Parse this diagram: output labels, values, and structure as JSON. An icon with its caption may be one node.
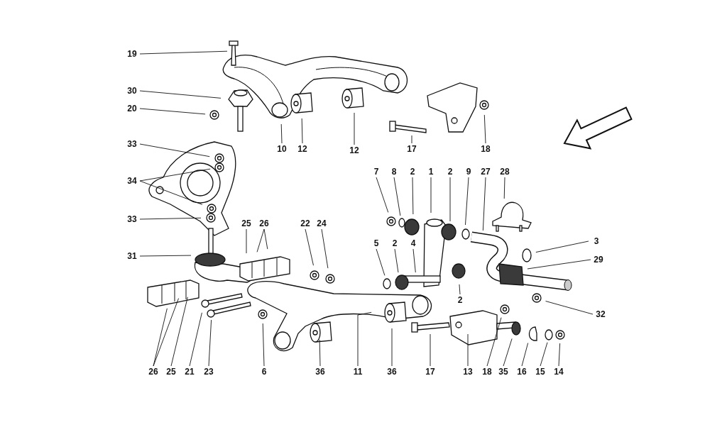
{
  "diagram": {
    "nodes": [
      {
        "text": [
          "19"
        ]
      },
      {
        "text": [
          "30"
        ]
      },
      {
        "text": [
          "20"
        ]
      },
      {
        "text": [
          "33"
        ]
      },
      {
        "text": [
          "34"
        ]
      },
      {
        "text": [
          "33"
        ]
      },
      {
        "text": [
          "31"
        ]
      },
      {
        "text": [
          "10"
        ]
      },
      {
        "text": [
          "12"
        ]
      },
      {
        "text": [
          "12"
        ]
      },
      {
        "text": [
          "17"
        ]
      },
      {
        "text": [
          "18"
        ]
      },
      {
        "text": [
          "7"
        ]
      },
      {
        "text": [
          "8"
        ]
      },
      {
        "text": [
          "2"
        ]
      },
      {
        "text": [
          "1"
        ]
      },
      {
        "text": [
          "2"
        ]
      },
      {
        "text": [
          "9"
        ]
      },
      {
        "text": [
          "27"
        ]
      },
      {
        "text": [
          "28"
        ]
      },
      {
        "text": [
          "25"
        ]
      },
      {
        "text": [
          "26"
        ]
      },
      {
        "text": [
          "22"
        ]
      },
      {
        "text": [
          "24"
        ]
      },
      {
        "text": [
          "3"
        ]
      },
      {
        "text": [
          "5"
        ]
      },
      {
        "text": [
          "2"
        ]
      },
      {
        "text": [
          "4"
        ]
      },
      {
        "text": [
          "29"
        ]
      },
      {
        "text": [
          "2"
        ]
      },
      {
        "text": [
          "32"
        ]
      },
      {
        "text": [
          "26"
        ]
      },
      {
        "text": [
          "25"
        ]
      },
      {
        "text": [
          "21"
        ]
      },
      {
        "text": [
          "23"
        ]
      },
      {
        "text": [
          "6"
        ]
      },
      {
        "text": [
          "36"
        ]
      },
      {
        "text": [
          "11"
        ]
      },
      {
        "text": [
          "36"
        ]
      },
      {
        "text": [
          "17"
        ]
      },
      {
        "text": [
          "13"
        ]
      },
      {
        "text": [
          "18"
        ]
      },
      {
        "text": [
          "35"
        ]
      },
      {
        "text": [
          "16"
        ]
      },
      {
        "text": [
          "15"
        ]
      },
      {
        "text": [
          "14"
        ]
      }
    ],
    "edges": [
      {
        "from": 0,
        "to": null,
        "arrow": "none"
      },
      {
        "from": 1,
        "to": null,
        "arrow": "none"
      },
      {
        "from": 2,
        "to": null,
        "arrow": "none"
      },
      {
        "from": 3,
        "to": null,
        "arrow": "none"
      },
      {
        "from": 4,
        "to": null,
        "arrow": "none"
      },
      {
        "from": 4,
        "to": null,
        "arrow": "none"
      },
      {
        "from": 5,
        "to": null,
        "arrow": "none"
      },
      {
        "from": 6,
        "to": null,
        "arrow": "none"
      },
      {
        "from": 7,
        "to": null,
        "arrow": "none"
      },
      {
        "from": 8,
        "to": null,
        "arrow": "none"
      },
      {
        "from": 9,
        "to": null,
        "arrow": "none"
      },
      {
        "from": 10,
        "to": null,
        "arrow": "none"
      },
      {
        "from": 11,
        "to": null,
        "arrow": "none"
      },
      {
        "from": 12,
        "to": null,
        "arrow": "none"
      },
      {
        "from": 13,
        "to": null,
        "arrow": "none"
      },
      {
        "from": 14,
        "to": null,
        "arrow": "none"
      },
      {
        "from": 15,
        "to": null,
        "arrow": "none"
      },
      {
        "from": 16,
        "to": null,
        "arrow": "none"
      },
      {
        "from": 17,
        "to": null,
        "arrow": "none"
      },
      {
        "from": 18,
        "to": null,
        "arrow": "none"
      },
      {
        "from": 19,
        "to": null,
        "arrow": "none"
      },
      {
        "from": 20,
        "to": null,
        "arrow": "none"
      },
      {
        "from": 21,
        "to": null,
        "arrow": "none"
      },
      {
        "from": 21,
        "to": null,
        "arrow": "none"
      },
      {
        "from": 22,
        "to": null,
        "arrow": "none"
      },
      {
        "from": 23,
        "to": null,
        "arrow": "none"
      },
      {
        "from": 24,
        "to": null,
        "arrow": "none"
      },
      {
        "from": 25,
        "to": null,
        "arrow": "none"
      },
      {
        "from": 26,
        "to": null,
        "arrow": "none"
      },
      {
        "from": 27,
        "to": null,
        "arrow": "none"
      },
      {
        "from": 28,
        "to": null,
        "arrow": "none"
      },
      {
        "from": 29,
        "to": null,
        "arrow": "none"
      },
      {
        "from": 30,
        "to": null,
        "arrow": "none"
      },
      {
        "from": 31,
        "to": null,
        "arrow": "none"
      },
      {
        "from": 31,
        "to": null,
        "arrow": "none"
      },
      {
        "from": 32,
        "to": null,
        "arrow": "none"
      },
      {
        "from": 33,
        "to": null,
        "arrow": "none"
      },
      {
        "from": 34,
        "to": null,
        "arrow": "none"
      },
      {
        "from": 35,
        "to": null,
        "arrow": "none"
      },
      {
        "from": 36,
        "to": null,
        "arrow": "none"
      },
      {
        "from": 37,
        "to": null,
        "arrow": "none"
      },
      {
        "from": 38,
        "to": null,
        "arrow": "none"
      },
      {
        "from": 39,
        "to": null,
        "arrow": "none"
      },
      {
        "from": 40,
        "to": null,
        "arrow": "none"
      },
      {
        "from": 41,
        "to": null,
        "arrow": "none"
      },
      {
        "from": 42,
        "to": null,
        "arrow": "none"
      },
      {
        "from": 43,
        "to": null,
        "arrow": "none"
      },
      {
        "from": 44,
        "to": null,
        "arrow": "none"
      },
      {
        "from": 45,
        "to": null,
        "arrow": "none"
      }
    ]
  }
}
